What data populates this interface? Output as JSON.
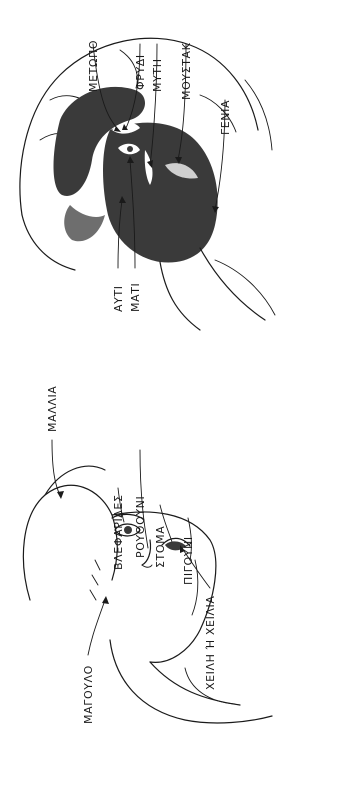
{
  "figure_left": {
    "labels": {
      "hair": "ΜΑΛΛΙΑ",
      "eyelashes": "ΒΛΕΦΑΡΙΔΕΣ",
      "nostril": "ΡΟΥΘΟΥΝΙ",
      "mouth": "ΣΤΟΜΑ",
      "chin": "ΠΙΓΟΥΝΙ",
      "lips": "ΧΕΙΛΗ Ή ΧΕΙΛΙΑ",
      "cheek": "ΜΑΓΟΥΛΟ"
    }
  },
  "figure_right": {
    "labels": {
      "forehead": "ΜΕΤΩΠΟ",
      "eyebrow": "ΦΡΥΔΙ",
      "nose": "ΜΥΤΗ",
      "moustache": "ΜΟΥΣΤΑΚ",
      "beard": "ΓΕΝΙΑ",
      "ear": "ΑΥΤΙ",
      "eye": "ΜΑΤΙ"
    }
  }
}
